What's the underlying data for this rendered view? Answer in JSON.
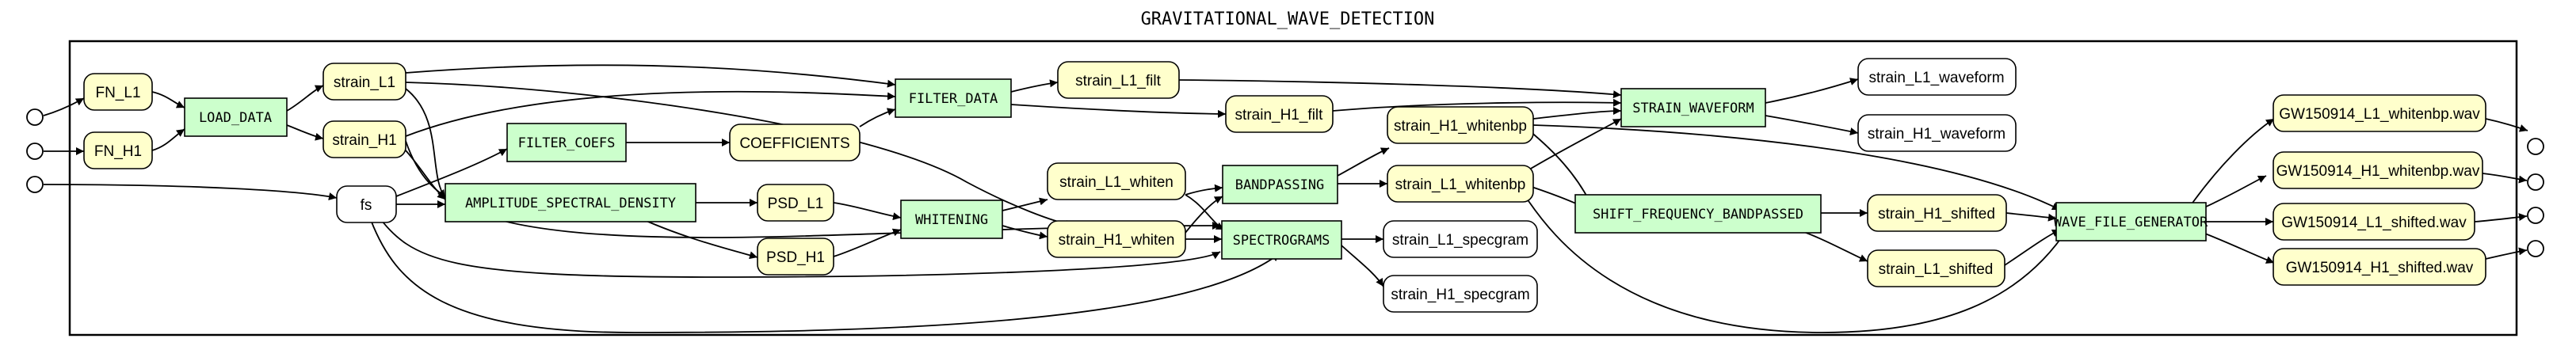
{
  "title": "GRAVITATIONAL_WAVE_DETECTION",
  "colors": {
    "program_fill": "#ccffcc",
    "data_fill": "#ffffcc",
    "plain_fill": "#ffffff",
    "stroke": "#000000"
  },
  "programs": {
    "load_data": "LOAD_DATA",
    "filter_coefs": "FILTER_COEFS",
    "amplitude_spectral_density": "AMPLITUDE_SPECTRAL_DENSITY",
    "filter_data": "FILTER_DATA",
    "whitening": "WHITENING",
    "bandpassing": "BANDPASSING",
    "spectrograms": "SPECTROGRAMS",
    "strain_waveform": "STRAIN_WAVEFORM",
    "shift_frequency_bandpassed": "SHIFT_FREQUENCY_BANDPASSED",
    "wave_file_generator": "WAVE_FILE_GENERATOR"
  },
  "data_nodes": {
    "fn_l1": "FN_L1",
    "fn_h1": "FN_H1",
    "strain_l1": "strain_L1",
    "strain_h1": "strain_H1",
    "fs": "fs",
    "coefficients": "COEFFICIENTS",
    "psd_l1": "PSD_L1",
    "psd_h1": "PSD_H1",
    "strain_l1_filt": "strain_L1_filt",
    "strain_h1_filt": "strain_H1_filt",
    "strain_l1_whiten": "strain_L1_whiten",
    "strain_h1_whiten": "strain_H1_whiten",
    "strain_h1_whitenbp": "strain_H1_whitenbp",
    "strain_l1_whitenbp": "strain_L1_whitenbp",
    "strain_l1_waveform": "strain_L1_waveform",
    "strain_h1_waveform": "strain_H1_waveform",
    "strain_l1_specgram": "strain_L1_specgram",
    "strain_h1_specgram": "strain_H1_specgram",
    "strain_h1_shifted": "strain_H1_shifted",
    "strain_l1_shifted": "strain_L1_shifted",
    "gw_l1_whitenbp": "GW150914_L1_whitenbp.wav",
    "gw_h1_whitenbp": "GW150914_H1_whitenbp.wav",
    "gw_l1_shifted": "GW150914_L1_shifted.wav",
    "gw_h1_shifted": "GW150914_H1_shifted.wav"
  }
}
